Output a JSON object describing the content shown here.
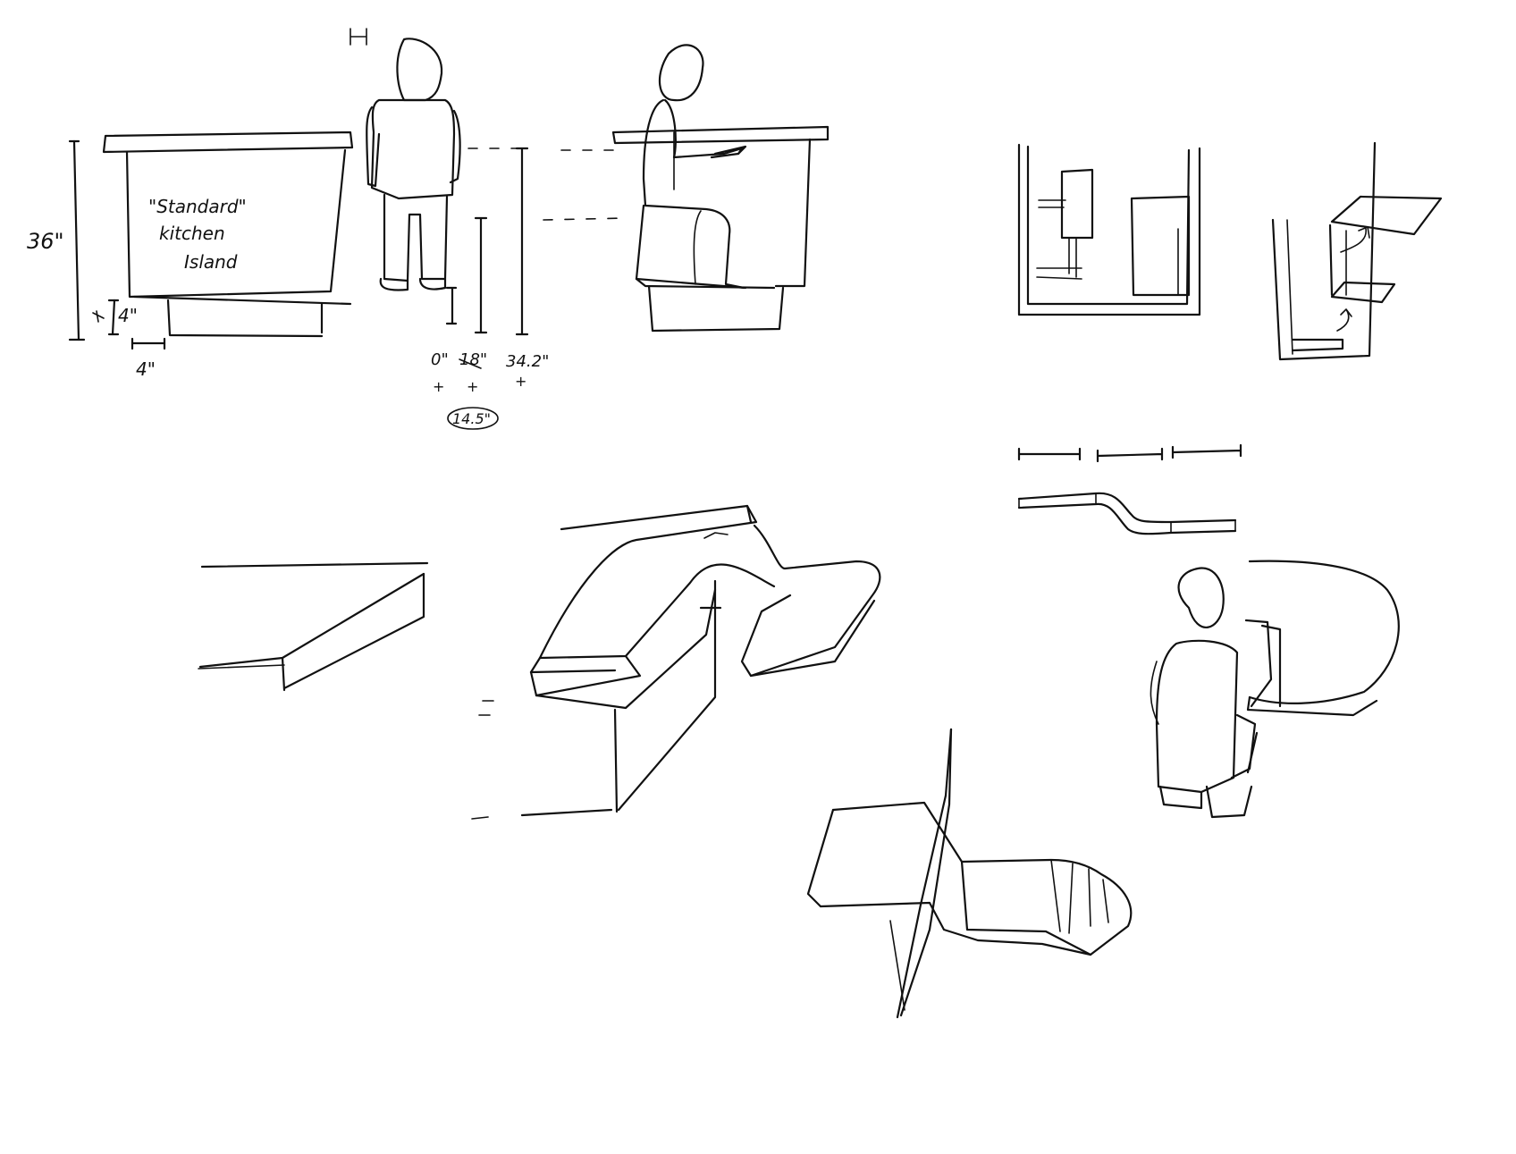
{
  "annotations": {
    "island_height": "36\"",
    "toe_kick_height": "4\"",
    "toe_kick_depth": "4\"",
    "island_label_line1": "\"Standard\"",
    "island_label_line2": "kitchen",
    "island_label_line3": "Island",
    "dim_zero": "0\"",
    "dim_struck": "18\"",
    "dim_seat": "34.2\"",
    "dim_circled": "14.5\"",
    "plus_1": "+",
    "plus_2": "+",
    "plus_3": "+"
  }
}
